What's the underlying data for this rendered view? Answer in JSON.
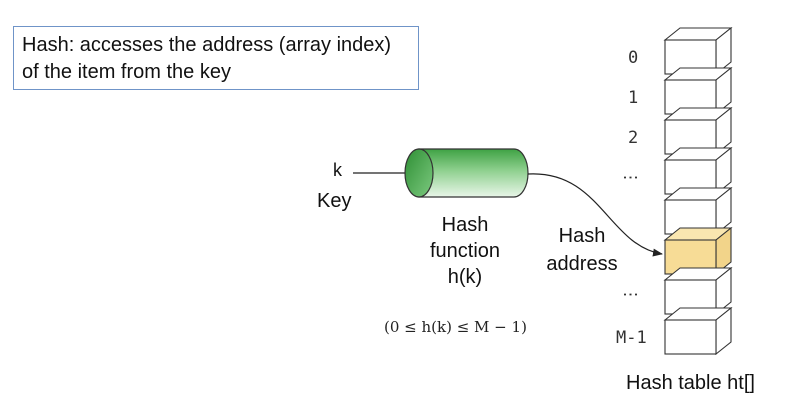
{
  "definition": {
    "line1": "Hash: accesses the address (array index)",
    "line2": "of the item from the key"
  },
  "key": {
    "symbol": "k",
    "label": "Key"
  },
  "hash_function": {
    "line1": "Hash",
    "line2": "function",
    "line3": "h(k)"
  },
  "range": "(0 ≤ h(k) ≤ M − 1)",
  "hash_address": {
    "line1": "Hash",
    "line2": "address"
  },
  "table": {
    "index_labels": [
      "0",
      "1",
      "2",
      "⋮",
      "⋮",
      "M-1"
    ],
    "caption": "Hash table ht[]"
  },
  "colors": {
    "cylinder_green": "#4caf50",
    "highlight_cell": "#f7dc96",
    "box_border": "#6f94c8"
  }
}
